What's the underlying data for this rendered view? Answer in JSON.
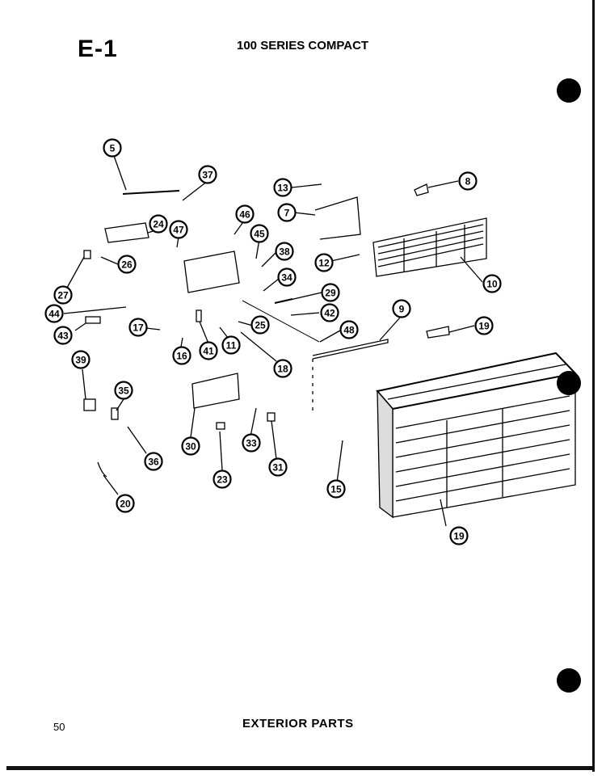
{
  "page": {
    "id": "E-1",
    "header": "100 SERIES COMPACT",
    "footer": "EXTERIOR PARTS",
    "number": "50"
  },
  "callouts": [
    "5",
    "37",
    "24",
    "47",
    "46",
    "45",
    "13",
    "7",
    "8",
    "26",
    "27",
    "44",
    "43",
    "38",
    "34",
    "12",
    "10",
    "29",
    "42",
    "48",
    "9",
    "17",
    "16",
    "41",
    "11",
    "25",
    "18",
    "19",
    "39",
    "35",
    "36",
    "30",
    "23",
    "33",
    "31",
    "15",
    "20"
  ]
}
